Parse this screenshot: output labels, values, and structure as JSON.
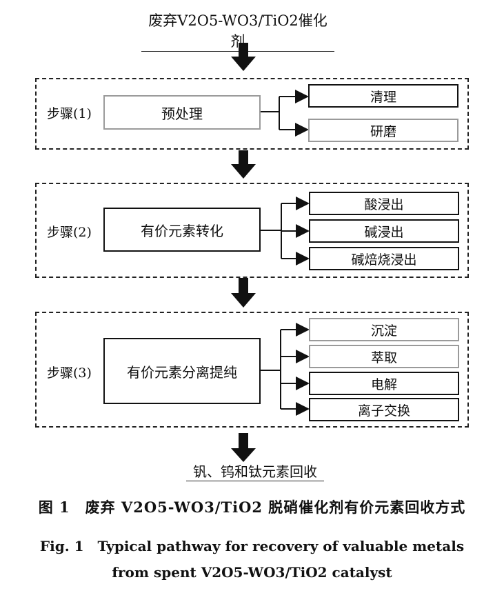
{
  "top_title": "废弃V2O5-WO3/TiO2催化剂",
  "bottom_title": "钒、钨和钛元素回收",
  "steps": [
    {
      "label": "步骤(1)",
      "main": "预处理",
      "subs": [
        "清理",
        "研磨"
      ]
    },
    {
      "label": "步骤(2)",
      "main": "有价元素转化",
      "subs": [
        "酸浸出",
        "碱浸出",
        "碱焙烧浸出"
      ]
    },
    {
      "label": "步骤(3)",
      "main": "有价元素分离提纯",
      "subs": [
        "沉淀",
        "萃取",
        "电解",
        "离子交换"
      ]
    }
  ],
  "caption": {
    "cn": "图 1　废弃 V2O5-WO3/TiO2 脱硝催化剂有价元素回收方式",
    "en_line1": "Fig. 1　Typical pathway for recovery of valuable metals",
    "en_line2": "from spent V2O5-WO3/TiO2 catalyst"
  }
}
